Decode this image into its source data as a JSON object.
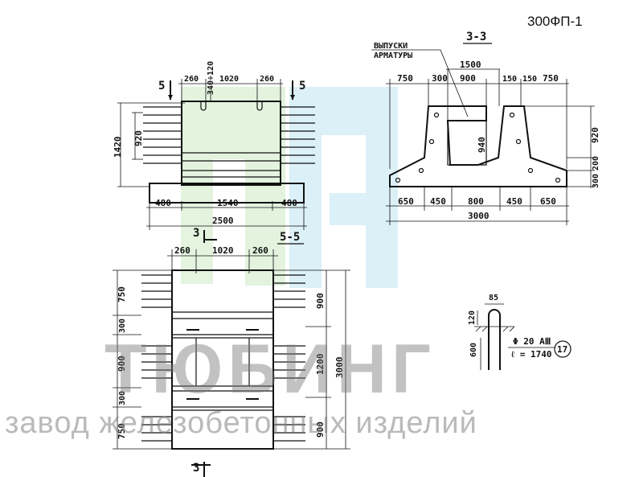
{
  "sheet_code": "300ФП-1",
  "plan": {
    "section_mark": "5",
    "section_mark_right": "5",
    "top_dims": [
      "260",
      "1020",
      "260"
    ],
    "vertical_small": "340÷120",
    "left_dims": [
      "920",
      "1420"
    ],
    "bottom_dims": [
      "480",
      "1540",
      "480"
    ],
    "overall": "2500"
  },
  "section33": {
    "title": "3-3",
    "rebar_label_1": "ВЫПУСКИ",
    "rebar_label_2": "АРМАТУРЫ",
    "top_overall": "1500",
    "top_dims": [
      "750",
      "300",
      "900",
      "150",
      "150",
      "750"
    ],
    "inner_height": "940",
    "right_dims": [
      "920",
      "200",
      "300"
    ],
    "bottom_dims": [
      "650",
      "450",
      "800",
      "450",
      "650"
    ],
    "overall": "3000"
  },
  "section55": {
    "title": "5-5",
    "section_mark_top": "3",
    "section_mark_bottom": "3",
    "top_dims": [
      "260",
      "1020",
      "260"
    ],
    "left_dims": [
      "750",
      "300",
      "900",
      "300",
      "750"
    ],
    "right_dims": [
      "900",
      "1200",
      "900"
    ],
    "overall": "3000"
  },
  "rebar_detail": {
    "width": "85",
    "top_len": "120",
    "side_len": "600",
    "spec": "Φ 20 АⅢ",
    "length": "ℓ = 1740",
    "mark": "17"
  },
  "watermark": {
    "brand": "ТЮБИНГ",
    "tagline": "завод железобетонных изделий"
  }
}
